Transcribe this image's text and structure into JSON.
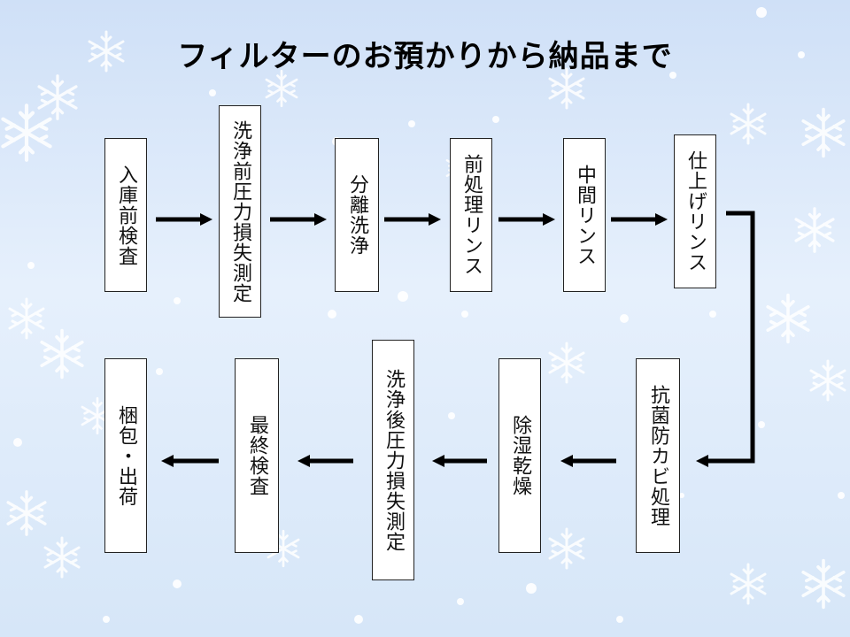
{
  "title": "フィルターのお預かりから納品まで",
  "steps": [
    "入庫前検査",
    "洗浄前圧力損失測定",
    "分離洗浄",
    "前処理リンス",
    "中間リンス",
    "仕上げリンス",
    "抗菌防カビ処理",
    "除湿乾燥",
    "洗浄後圧力損失測定",
    "最終検査",
    "梱包・出荷"
  ],
  "colors": {
    "background": "#dce9f9",
    "box": "#ffffff",
    "arrow": "#000000"
  }
}
